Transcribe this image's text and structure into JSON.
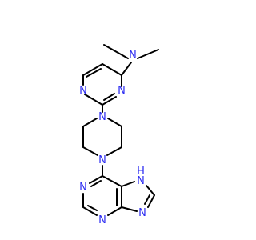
{
  "molecule": {
    "colors": {
      "carbon_bond": "#000000",
      "nitrogen": "#2e2ef2",
      "background": "#ffffff"
    },
    "atoms": {
      "n_dimethylamino": "N",
      "n_pyrimidine_1": "N",
      "n_pyrimidine_2": "N",
      "n_piperazine_top": "N",
      "n_piperazine_bottom": "N",
      "n_purine_1": "N",
      "n_purine_3": "N",
      "n_purine_7_h": "H",
      "n_purine_7": "N",
      "n_purine_9": "N"
    }
  }
}
